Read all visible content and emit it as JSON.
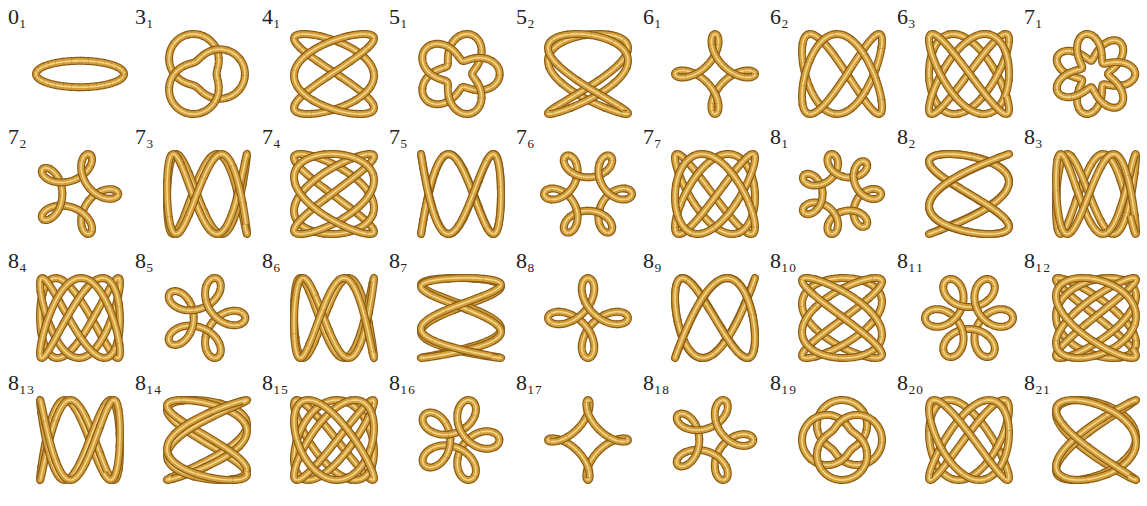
{
  "diagram": {
    "labels": [
      "0₁",
      "3₁",
      "4₁",
      "5₁",
      "5₂",
      "6₁",
      "6₂",
      "6₃",
      "7₁",
      "7₂",
      "7₃",
      "7₄",
      "7₅",
      "7₆",
      "7₇",
      "8₁",
      "8₂",
      "8₃",
      "8₄",
      "8₅",
      "8₆",
      "8₇",
      "8₈",
      "8₉",
      "8₁₀",
      "8₁₁",
      "8₁₂",
      "8₁₃",
      "8₁₄",
      "8₁₅",
      "8₁₆",
      "8₁₇",
      "8₁₈",
      "8₁₉",
      "8₂₀",
      "8₂₁"
    ]
  }
}
